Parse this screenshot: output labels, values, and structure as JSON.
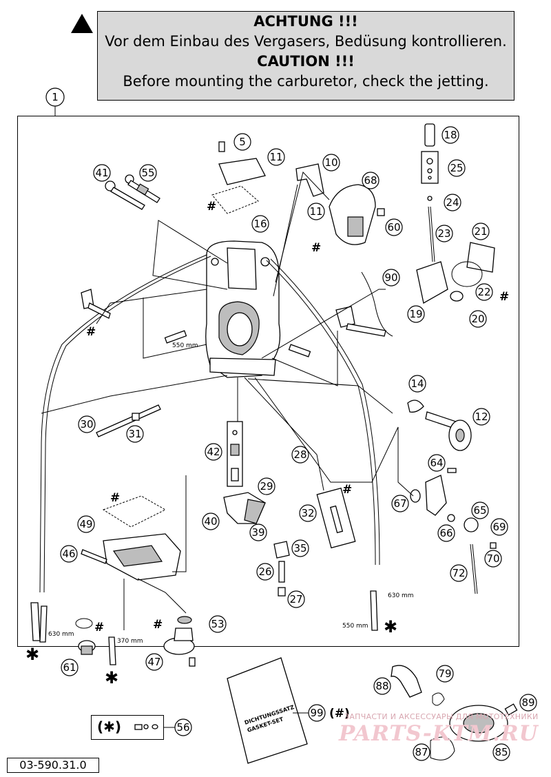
{
  "caution": {
    "line1": "ACHTUNG !!!",
    "line2": "Vor dem Einbau des Vergasers, Bedüsung kontrollieren.",
    "line3": "CAUTION !!!",
    "line4": "Before mounting the carburetor, check the jetting."
  },
  "assembly_number": "1",
  "drawing_code": "03-590.31.0",
  "gasket_set": {
    "line1": "DICHTUNGSSATZ",
    "line2": "GASKET-SET",
    "part": "99",
    "marker": "(#)"
  },
  "star_kit": {
    "label": "(✱)",
    "part": "56"
  },
  "markers": {
    "hash": "#",
    "star": "✱"
  },
  "lengths": {
    "l550": "550 mm",
    "l630": "630 mm",
    "l370": "370 mm"
  },
  "callouts": [
    {
      "num": "5"
    },
    {
      "num": "11"
    },
    {
      "num": "10"
    },
    {
      "num": "68"
    },
    {
      "num": "11"
    },
    {
      "num": "60"
    },
    {
      "num": "41"
    },
    {
      "num": "55"
    },
    {
      "num": "16"
    },
    {
      "num": "18"
    },
    {
      "num": "25"
    },
    {
      "num": "24"
    },
    {
      "num": "23"
    },
    {
      "num": "21"
    },
    {
      "num": "22"
    },
    {
      "num": "19"
    },
    {
      "num": "20"
    },
    {
      "num": "90"
    },
    {
      "num": "14"
    },
    {
      "num": "12"
    },
    {
      "num": "30"
    },
    {
      "num": "31"
    },
    {
      "num": "42"
    },
    {
      "num": "28"
    },
    {
      "num": "29"
    },
    {
      "num": "64"
    },
    {
      "num": "67"
    },
    {
      "num": "65"
    },
    {
      "num": "69"
    },
    {
      "num": "66"
    },
    {
      "num": "70"
    },
    {
      "num": "32"
    },
    {
      "num": "40"
    },
    {
      "num": "39"
    },
    {
      "num": "49"
    },
    {
      "num": "46"
    },
    {
      "num": "35"
    },
    {
      "num": "26"
    },
    {
      "num": "27"
    },
    {
      "num": "72"
    },
    {
      "num": "53"
    },
    {
      "num": "47"
    },
    {
      "num": "61"
    },
    {
      "num": "88"
    },
    {
      "num": "79"
    },
    {
      "num": "89"
    },
    {
      "num": "87"
    },
    {
      "num": "85"
    }
  ],
  "watermark": {
    "text": "ЗАПЧАСТИ И АКСЕССУАРЫ ДЛЯ МОТОТЕХНИКИ",
    "logo": "PARTS-KTM.RU"
  }
}
